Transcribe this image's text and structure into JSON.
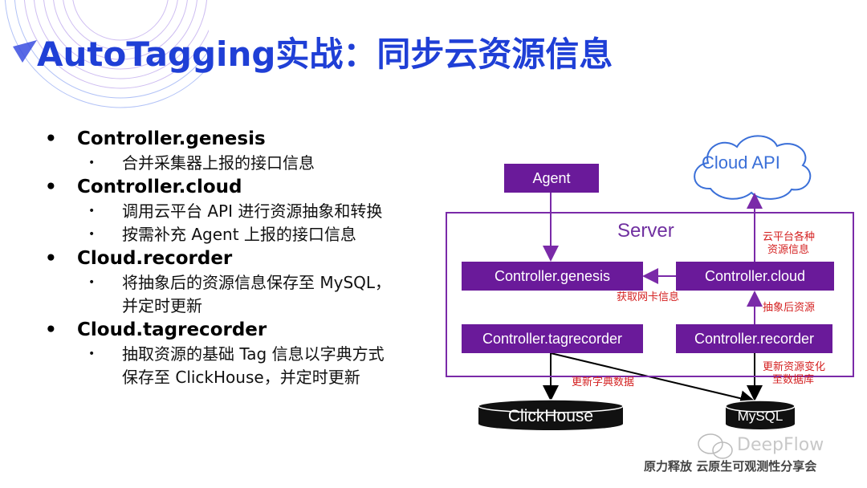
{
  "title": "AutoTagging实战：同步云资源信息",
  "bullets": [
    {
      "heading": "Controller.genesis",
      "items": [
        "合并采集器上报的接口信息"
      ]
    },
    {
      "heading": "Controller.cloud",
      "items": [
        "调用云平台 API 进行资源抽象和转换",
        "按需补充 Agent 上报的接口信息"
      ]
    },
    {
      "heading": "Cloud.recorder",
      "items": [
        "将抽象后的资源信息保存至 MySQL，",
        "并定时更新"
      ]
    },
    {
      "heading": "Cloud.tagrecorder",
      "items": [
        "抽取资源的基础 Tag 信息以字典方式",
        "保存至 ClickHouse，并定时更新"
      ]
    }
  ],
  "diagram": {
    "cloud_api": "Cloud API",
    "agent": "Agent",
    "server": "Server",
    "genesis": "Controller.genesis",
    "cloud": "Controller.cloud",
    "tagrecorder": "Controller.tagrecorder",
    "recorder": "Controller.recorder",
    "clickhouse": "ClickHouse",
    "mysql": "MySQL",
    "edge_cloud_api_1": "云平台各种",
    "edge_cloud_api_2": "资源信息",
    "edge_nic": "获取网卡信息",
    "edge_abstract": "抽象后资源",
    "edge_dict": "更新字典数据",
    "edge_db_1": "更新资源变化",
    "edge_db_2": "至数据库"
  },
  "watermark": {
    "brand": "DeepFlow",
    "caption": "原力释放 云原生可观测性分享会"
  },
  "colors": {
    "title": "#1f3fd6",
    "box": "#6a1a9a",
    "server_border": "#7a2aa8",
    "annotation": "#d42020",
    "cloud": "#3a6fd8"
  }
}
